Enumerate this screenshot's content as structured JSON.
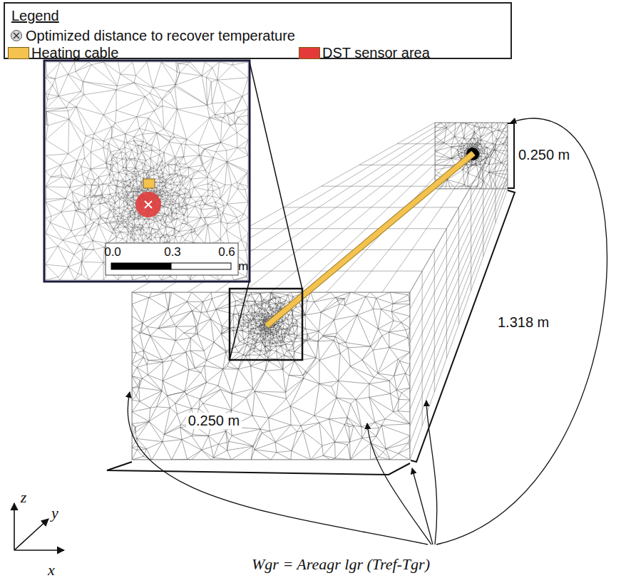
{
  "diagram": {
    "labels": [
      "Legend",
      "0.0",
      "0.3",
      "0.6",
      "m",
      "0.250 m",
      "1.318 m",
      "0.250 m",
      "z",
      "y",
      "x",
      "Wgr = Areagr lgr (Tref-Tgr)"
    ],
    "legend": [
      {
        "text": "Optimized distance to recover temperature"
      },
      {
        "text": "Heating cable",
        "color": "#f3c24f"
      },
      {
        "text": "DST sensor area",
        "color": "#e43a3a"
      }
    ]
  }
}
